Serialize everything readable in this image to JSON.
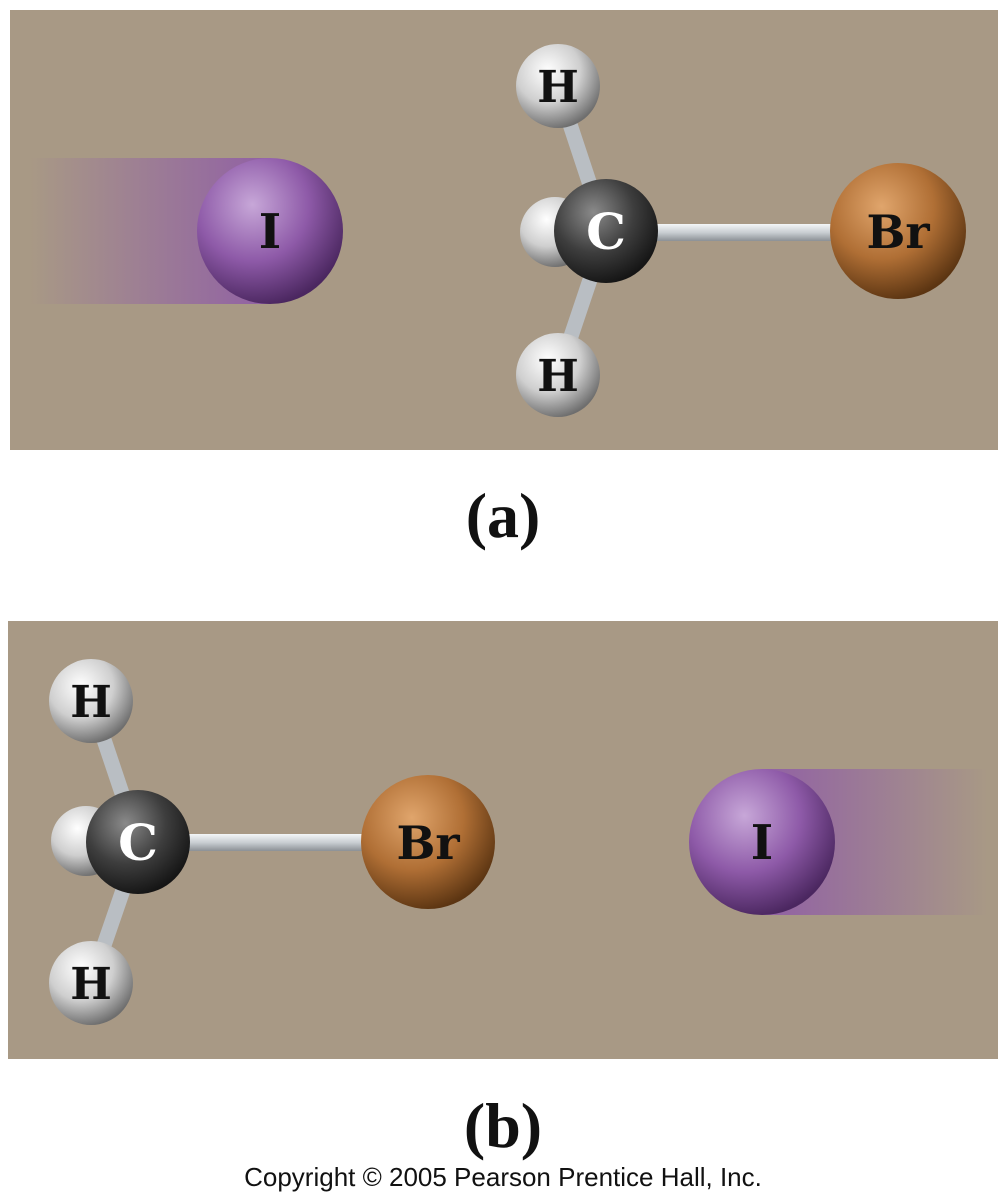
{
  "panels": [
    {
      "caption": "(a)",
      "atoms": {
        "iodine": "I",
        "carbon": "C",
        "hydrogen_top": "H",
        "hydrogen_bottom": "H",
        "bromine": "Br"
      }
    },
    {
      "caption": "(b)",
      "atoms": {
        "iodine": "I",
        "carbon": "C",
        "hydrogen_top": "H",
        "hydrogen_bottom": "H",
        "bromine": "Br"
      }
    }
  ],
  "copyright": "Copyright © 2005 Pearson Prentice Hall, Inc.",
  "colors": {
    "background": "#a89985",
    "iodine": "#8e5aa8",
    "carbon": "#3a3a3a",
    "hydrogen": "#d8d8d8",
    "bromine": "#b06f35",
    "bond": "#dfe3e6"
  }
}
